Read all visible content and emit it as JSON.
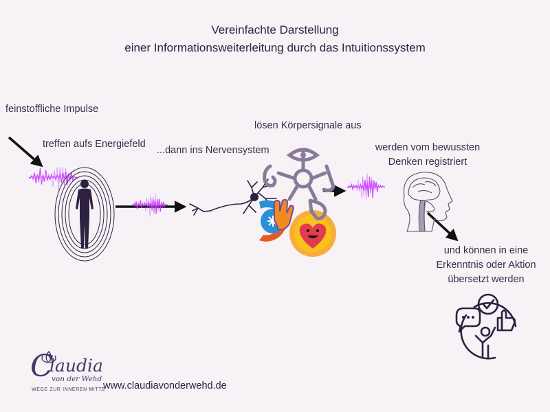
{
  "title": {
    "line1": "Vereinfachte Darstellung",
    "line2": "einer Informationsweiterleitung durch das Intuitionssystem"
  },
  "steps": [
    {
      "label": "feinstoffliche Impulse"
    },
    {
      "label": "treffen aufs Energiefeld"
    },
    {
      "label": "...dann ins Nervensystem"
    },
    {
      "label": "lösen Körpersignale aus"
    },
    {
      "label": [
        "werden vom bewussten",
        "Denken registriert"
      ]
    },
    {
      "label": [
        "und können in eine",
        "Erkenntnis oder Aktion",
        "übersetzt werden"
      ]
    }
  ],
  "logo": {
    "name": "laudia",
    "initial": "C",
    "sub": "von der Wehd",
    "tagline": "WEGE ZUR INNEREN MITTE"
  },
  "website": "www.claudiavonderwehd.de",
  "colors": {
    "background": "#f6f2f6",
    "ink": "#2e2140",
    "icon": "#3d2a55",
    "wave": "#c83cff",
    "heart": "#e23a4e",
    "sun": "#f7a11a",
    "snowflake": "#2b8fd6"
  }
}
